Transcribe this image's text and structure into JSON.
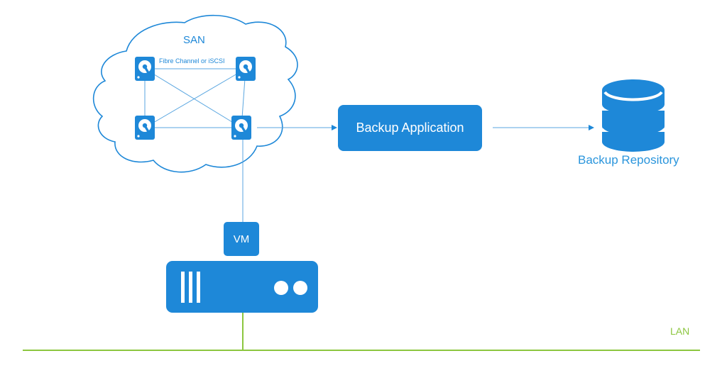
{
  "diagram": {
    "san_label": "SAN",
    "fabric_label": "Fibre Channel or iSCSI",
    "backup_app_label": "Backup Application",
    "repository_label": "Backup Repository",
    "vm_label": "VM",
    "lan_label": "LAN"
  },
  "colors": {
    "primary": "#1e88d8",
    "lan_line": "#8cc63f",
    "connector": "#5aa6e0"
  },
  "icons": [
    "cloud-icon",
    "hard-disk-icon",
    "database-icon",
    "server-icon"
  ]
}
